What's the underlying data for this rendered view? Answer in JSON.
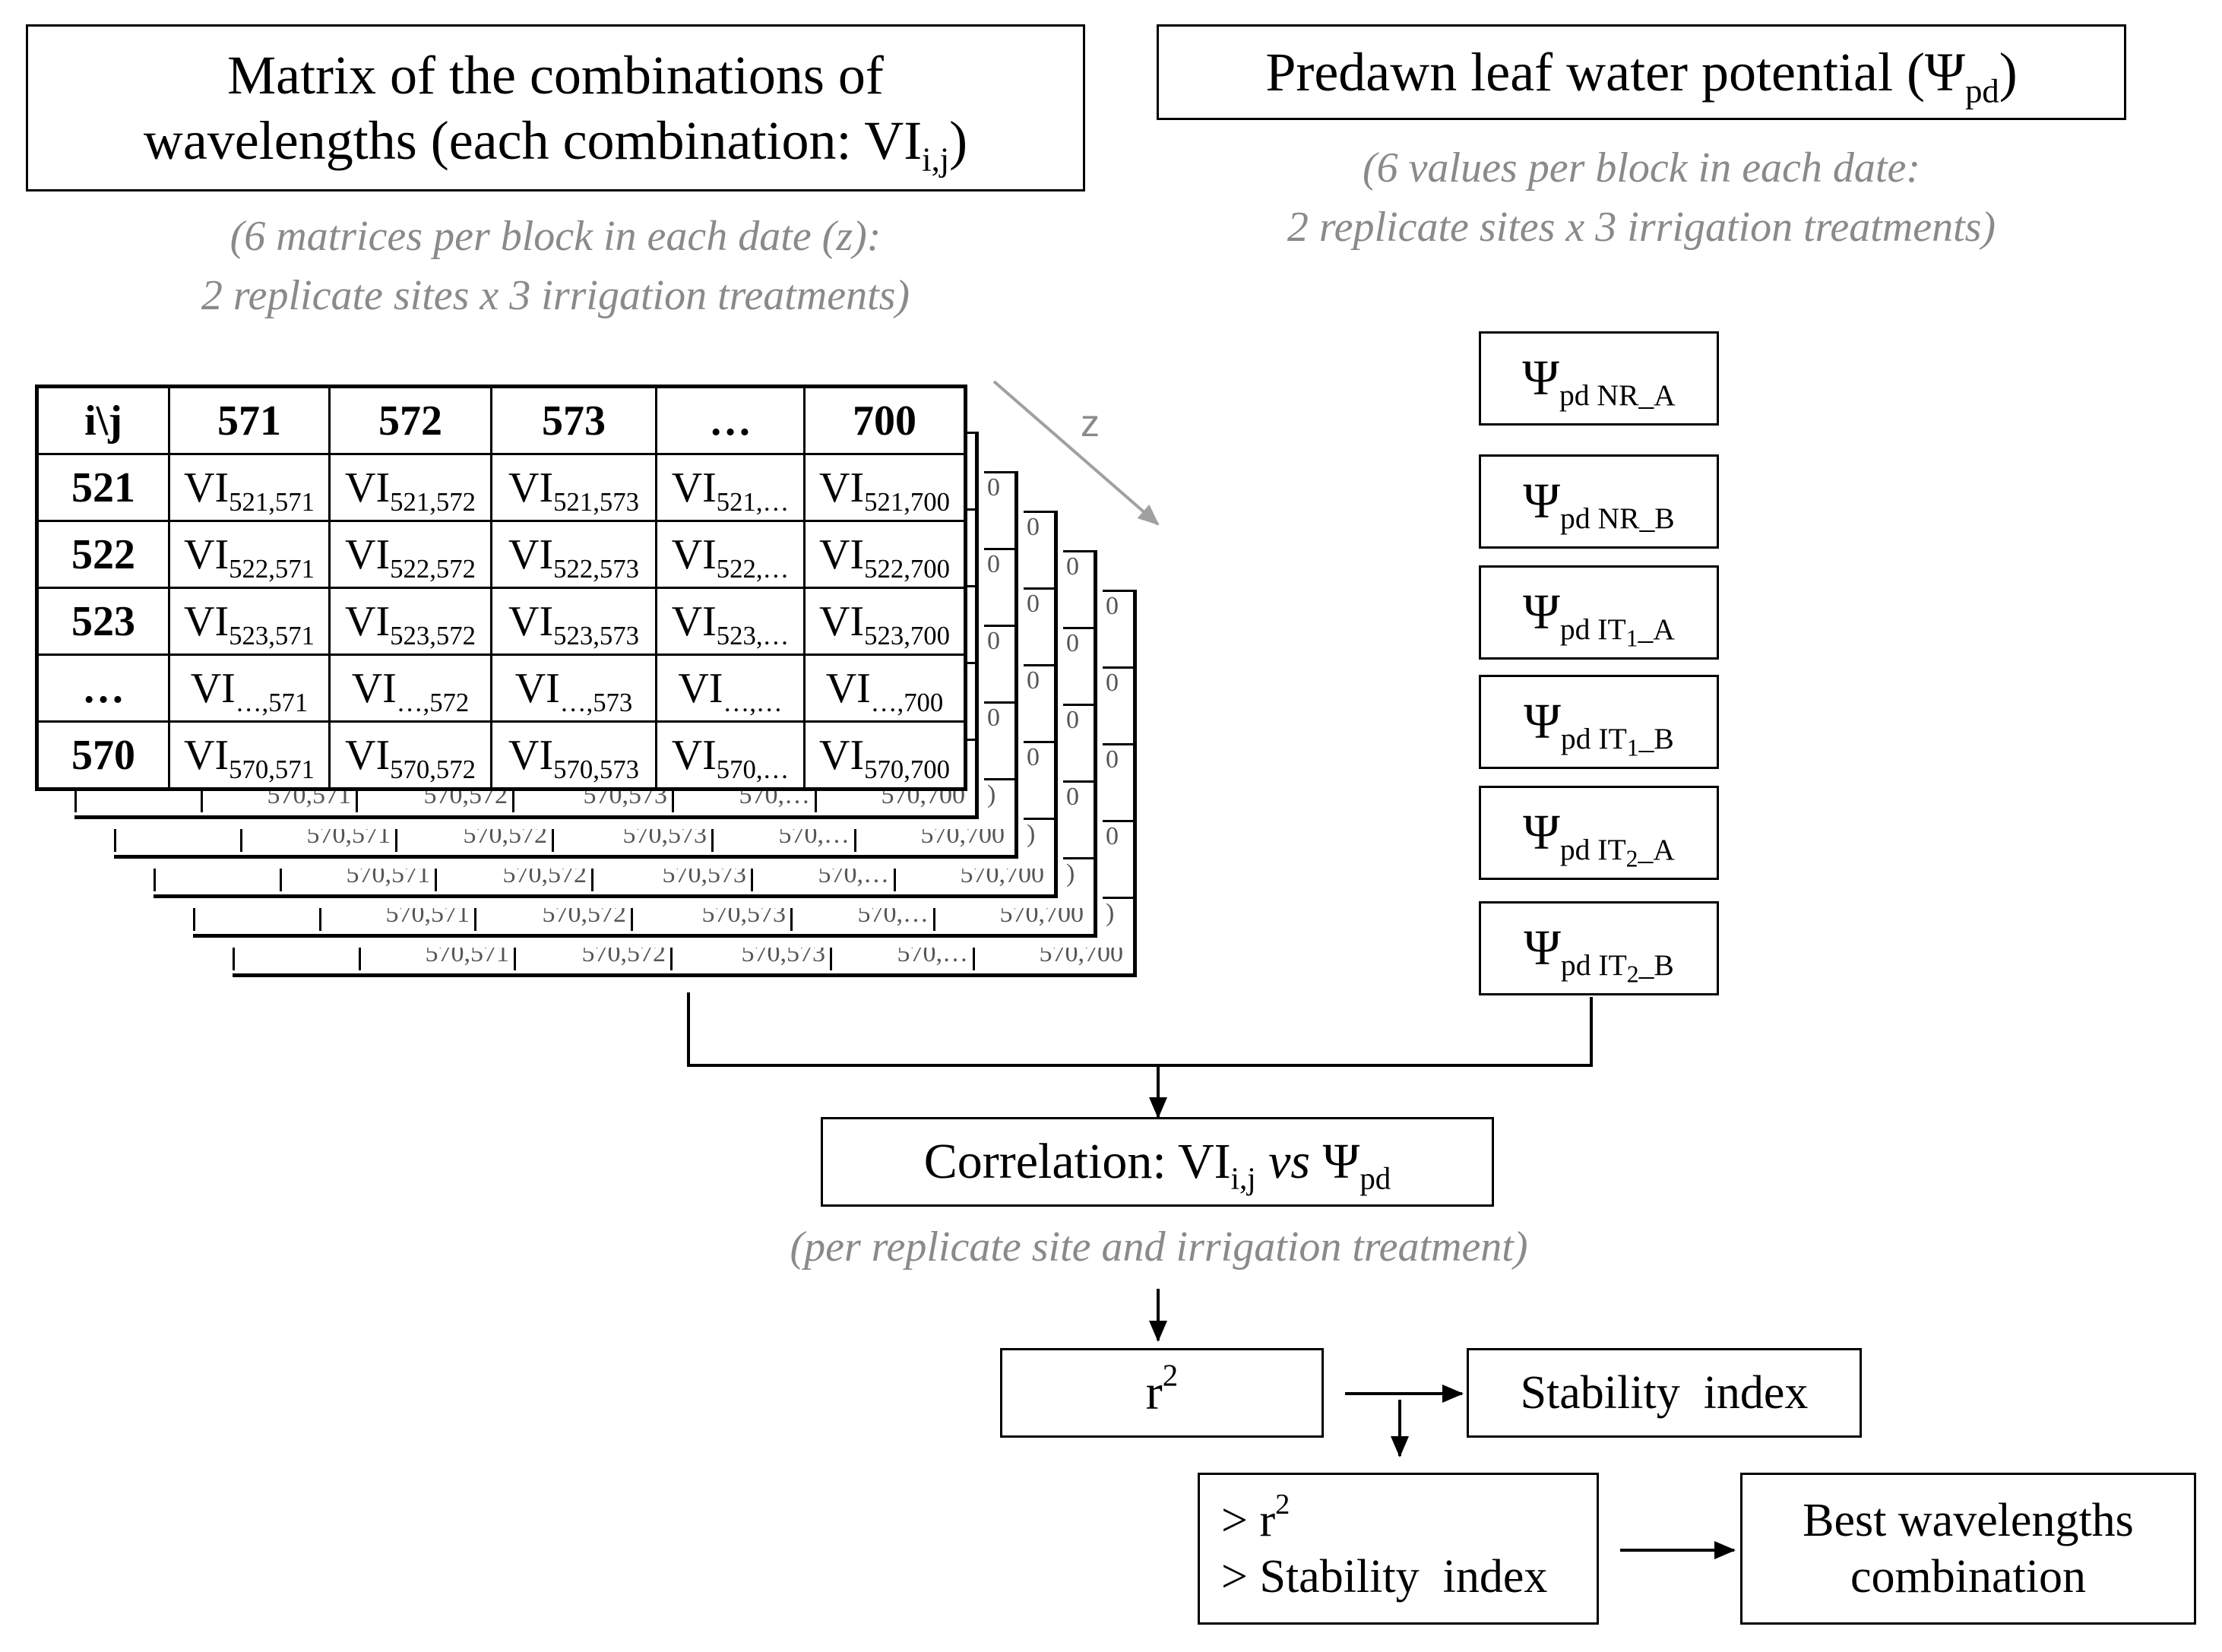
{
  "matrix_box": {
    "line1": "Matrix of the combinations of",
    "line2_text": "wavelengths (each combination: VI",
    "line2_sub": "i,j",
    "line2_end": ")"
  },
  "matrix_note": {
    "line1": "(6 matrices per block in each date (z):",
    "line2": "2 replicate sites x 3 irrigation treatments)"
  },
  "psi_box": {
    "text": "Predawn leaf water potential (Ψ",
    "sub": "pd",
    "end": ")"
  },
  "psi_note": {
    "line1": "(6 values per block in each date:",
    "line2": "2 replicate sites x 3 irrigation treatments)"
  },
  "z_axis_label": "z",
  "table": {
    "corner": "i\\j",
    "columns": [
      "571",
      "572",
      "573",
      "…",
      "700"
    ],
    "rows": [
      {
        "label": "521",
        "cells": [
          {
            "base": "VI",
            "sub": "521,571"
          },
          {
            "base": "VI",
            "sub": "521,572"
          },
          {
            "base": "VI",
            "sub": "521,573"
          },
          {
            "base": "VI",
            "sub": "521,…"
          },
          {
            "base": "VI",
            "sub": "521,700"
          }
        ]
      },
      {
        "label": "522",
        "cells": [
          {
            "base": "VI",
            "sub": "522,571"
          },
          {
            "base": "VI",
            "sub": "522,572"
          },
          {
            "base": "VI",
            "sub": "522,573"
          },
          {
            "base": "VI",
            "sub": "522,…"
          },
          {
            "base": "VI",
            "sub": "522,700"
          }
        ]
      },
      {
        "label": "523",
        "cells": [
          {
            "base": "VI",
            "sub": "523,571"
          },
          {
            "base": "VI",
            "sub": "523,572"
          },
          {
            "base": "VI",
            "sub": "523,573"
          },
          {
            "base": "VI",
            "sub": "523,…"
          },
          {
            "base": "VI",
            "sub": "523,700"
          }
        ]
      },
      {
        "label": "…",
        "cells": [
          {
            "base": "VI",
            "sub": "…,571"
          },
          {
            "base": "VI",
            "sub": "…,572"
          },
          {
            "base": "VI",
            "sub": "…,573"
          },
          {
            "base": "VI",
            "sub": "…,…"
          },
          {
            "base": "VI",
            "sub": "…,700"
          }
        ]
      },
      {
        "label": "570",
        "cells": [
          {
            "base": "VI",
            "sub": "570,571"
          },
          {
            "base": "VI",
            "sub": "570,572"
          },
          {
            "base": "VI",
            "sub": "570,573"
          },
          {
            "base": "VI",
            "sub": "570,…"
          },
          {
            "base": "VI",
            "sub": "570,700"
          }
        ]
      }
    ],
    "hidden_layer_row": [
      "570,571",
      "570,572",
      "570,573",
      "570,…",
      "570,700"
    ],
    "hidden_layer_edge": [
      "0",
      "0",
      "0",
      "0",
      ")"
    ]
  },
  "psi_values": [
    {
      "symbol": "Ψ",
      "sub": "pd",
      "site": " NR_A"
    },
    {
      "symbol": "Ψ",
      "sub": "pd",
      "site": " NR_B"
    },
    {
      "symbol": "Ψ",
      "sub": "pd",
      "site": " IT",
      "site_sub": "1",
      "site_end": "_A"
    },
    {
      "symbol": "Ψ",
      "sub": "pd",
      "site": " IT",
      "site_sub": "1",
      "site_end": "_B"
    },
    {
      "symbol": "Ψ",
      "sub": "pd",
      "site": " IT",
      "site_sub": "2",
      "site_end": "_A"
    },
    {
      "symbol": "Ψ",
      "sub": "pd",
      "site": " IT",
      "site_sub": "2",
      "site_end": "_B"
    }
  ],
  "correlation_box": {
    "text": "Correlation: VI",
    "sub": "i,j",
    "vs": "vs",
    "psi": "Ψ",
    "psi_sub": "pd"
  },
  "correlation_note": "(per replicate site and irrigation treatment)",
  "r2_box": {
    "base": "r",
    "sup": "2"
  },
  "stability_box": "Stability  index",
  "criteria_box": {
    "line1_prefix": "> r",
    "line1_sup": "2",
    "line2": "> Stability  index"
  },
  "best_box": {
    "line1": "Best wavelengths",
    "line2": "combination"
  },
  "colors": {
    "line": "#000000",
    "note_text": "#8a8a8a",
    "z_arrow": "#a0a0a0"
  }
}
